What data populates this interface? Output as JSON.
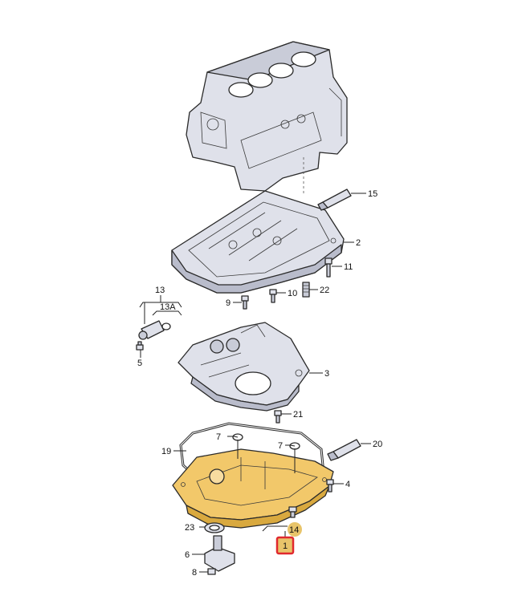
{
  "colors": {
    "metal_fill": "#dfe1ea",
    "metal_shade": "#b9bccb",
    "oil_pan_fill": "#f2c86a",
    "oil_pan_shade": "#d9a93f",
    "highlight_badge": "#e8c46a",
    "selection_box": "#e0282e",
    "outline": "#2a2a2a"
  },
  "callouts": {
    "c1": "1",
    "c2": "2",
    "c3": "3",
    "c4": "4",
    "c5": "5",
    "c6": "6",
    "c7a": "7",
    "c7b": "7",
    "c8": "8",
    "c9": "9",
    "c10": "10",
    "c11": "11",
    "c13": "13",
    "c13a": "13A",
    "c14": "14",
    "c15": "15",
    "c19": "19",
    "c20": "20",
    "c21": "21",
    "c22": "22",
    "c23": "23"
  }
}
